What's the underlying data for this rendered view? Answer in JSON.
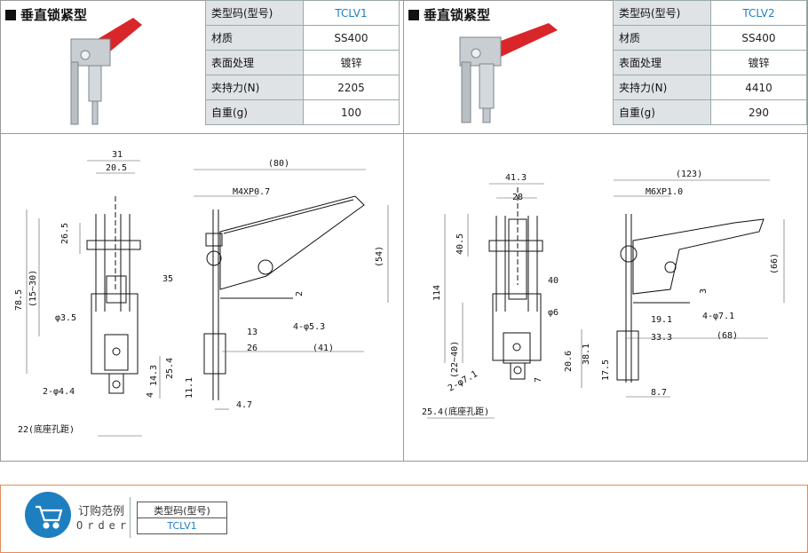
{
  "products": [
    {
      "title": "垂直锁紧型",
      "specs": [
        {
          "key": "类型码(型号)",
          "value": "TCLV1"
        },
        {
          "key": "材质",
          "value": "SS400"
        },
        {
          "key": "表面处理",
          "value": "镀锌"
        },
        {
          "key": "夹持力(N)",
          "value": "2205"
        },
        {
          "key": "自重(g)",
          "value": "100"
        }
      ],
      "dims": {
        "d31": "31",
        "d20_5": "20.5",
        "d26_5": "26.5",
        "d78_5": "78.5",
        "d15_30": "(15~30)",
        "d3_5": "φ3.5",
        "d35": "35",
        "d14_3": "14.3",
        "d25_4": "25.4",
        "d4": "4",
        "d2phi4_4": "2-φ4.4",
        "d22": "22(底座孔距)",
        "d80": "(80)",
        "thread": "M4XP0.7",
        "d54": "(54)",
        "d2": "2",
        "d13": "13",
        "d4phi5_3": "4-φ5.3",
        "d26": "26",
        "d41": "(41)",
        "d11_1": "11.1",
        "d4_7": "4.7"
      }
    },
    {
      "title": "垂直锁紧型",
      "specs": [
        {
          "key": "类型码(型号)",
          "value": "TCLV2"
        },
        {
          "key": "材质",
          "value": "SS400"
        },
        {
          "key": "表面处理",
          "value": "镀锌"
        },
        {
          "key": "夹持力(N)",
          "value": "4410"
        },
        {
          "key": "自重(g)",
          "value": "290"
        }
      ],
      "dims": {
        "d41_3": "41.3",
        "d28": "28",
        "d40_5": "40.5",
        "d114": "114",
        "d22_40": "(22~40)",
        "d40": "40",
        "d6": "φ6",
        "d2phi7_1": "2-φ7.1",
        "d7": "7",
        "d20_6": "20.6",
        "d38_1": "38.1",
        "d25_4": "25.4(底座孔距)",
        "d123": "(123)",
        "thread": "M6XP1.0",
        "d66": "(66)",
        "d3": "3",
        "d19_1": "19.1",
        "d4phi7_1": "4-φ7.1",
        "d33_3": "33.3",
        "d68": "(68)",
        "d17_5": "17.5",
        "d8_7": "8.7"
      }
    }
  ],
  "order": {
    "label": "订购范例",
    "label_en": "Order",
    "header": "类型码(型号)",
    "value": "TCLV1"
  },
  "colors": {
    "accent": "#1e7fc0",
    "table_key_bg": "#dfe3e6",
    "order_border": "#e38b5a",
    "handle": "#d8262b"
  }
}
